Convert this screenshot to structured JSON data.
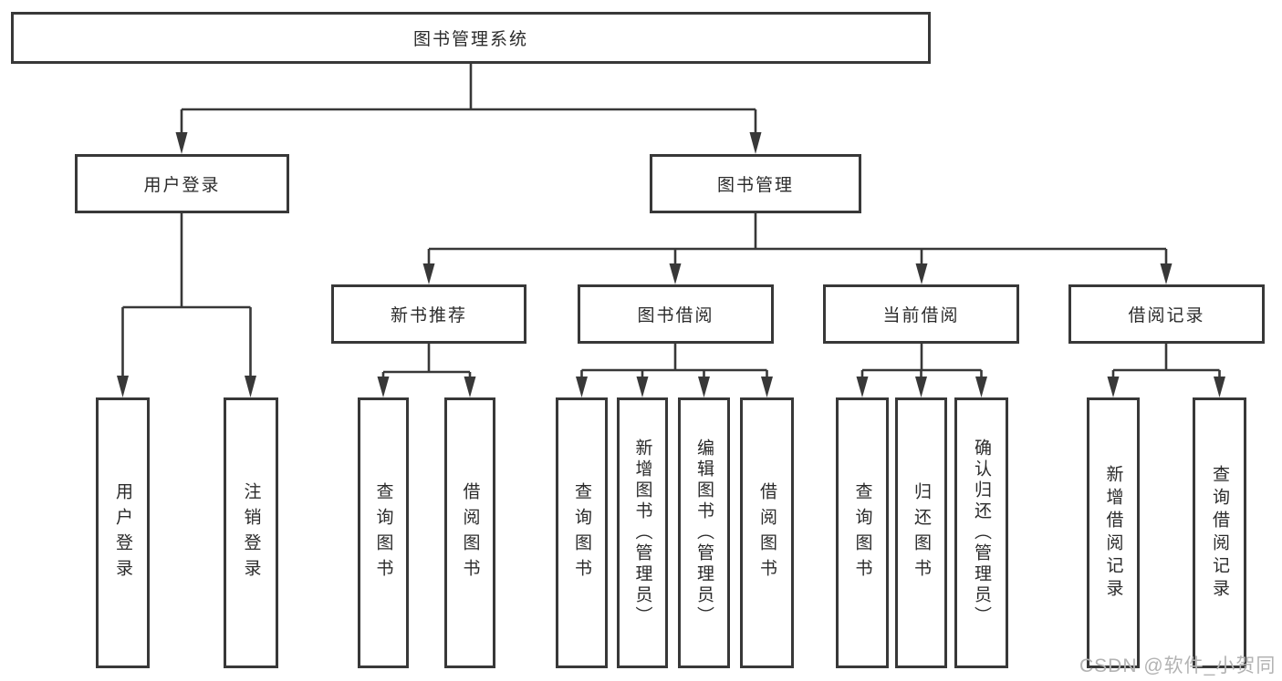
{
  "diagram": {
    "title": "图书管理系统",
    "level2": [
      {
        "label": "用户登录"
      },
      {
        "label": "图书管理"
      }
    ],
    "level3": [
      {
        "label": "新书推荐"
      },
      {
        "label": "图书借阅"
      },
      {
        "label": "当前借阅"
      },
      {
        "label": "借阅记录"
      }
    ],
    "leaves": {
      "login": [
        {
          "label": "用户登录"
        },
        {
          "label": "注销登录"
        }
      ],
      "recommend": [
        {
          "label": "查询图书"
        },
        {
          "label": "借阅图书"
        }
      ],
      "borrow": [
        {
          "label": "查询图书"
        },
        {
          "label": "新增图书（管理员）"
        },
        {
          "label": "编辑图书（管理员）"
        },
        {
          "label": "借阅图书"
        }
      ],
      "current": [
        {
          "label": "查询图书"
        },
        {
          "label": "归还图书"
        },
        {
          "label": "确认归还（管理员）"
        }
      ],
      "records": [
        {
          "label": "新增借阅记录"
        },
        {
          "label": "查询借阅记录"
        }
      ]
    },
    "watermark": "CSDN @软件_小贺同学",
    "colors": {
      "line": "#383838",
      "text": "#2b2b2b",
      "box_fill": "#ffffff",
      "watermark": "#b3b3b3",
      "background": "#ffffff"
    }
  }
}
